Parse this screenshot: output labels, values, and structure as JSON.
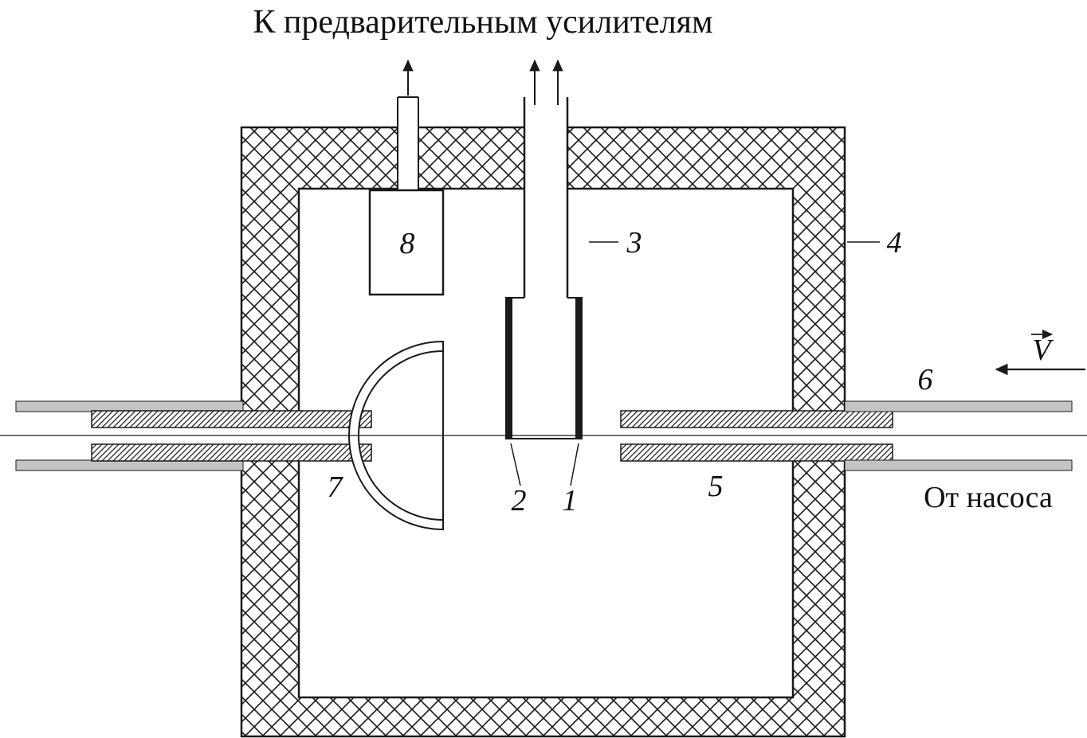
{
  "diagram": {
    "title": "К предварительным усилителям",
    "pump_label": "От насоса",
    "velocity_symbol": "V",
    "part_labels": {
      "n1": "1",
      "n2": "2",
      "n3": "3",
      "n4": "4",
      "n5": "5",
      "n6": "6",
      "n7": "7",
      "n8": "8"
    },
    "colors": {
      "line": "#1a1a1a",
      "outer_tube_fill": "#c4c4c4",
      "background": "#ffffff"
    }
  }
}
